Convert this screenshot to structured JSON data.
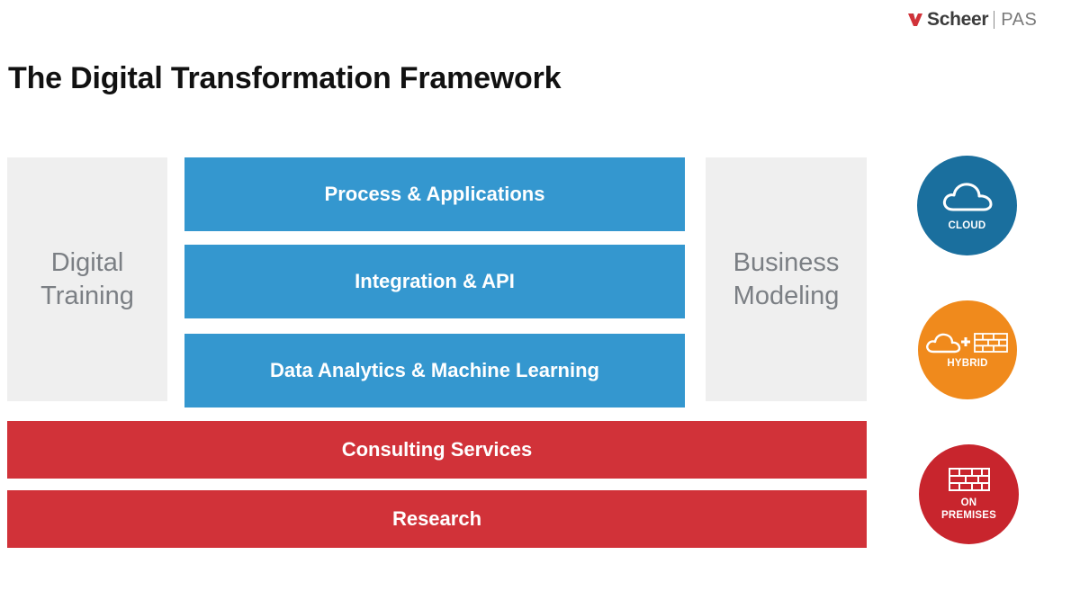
{
  "brand": {
    "logo_main": "Scheer",
    "logo_sub": "PAS",
    "colors": {
      "logo_red": "#d13239",
      "blue": "#3497cf",
      "red": "#d13239",
      "gray_box": "#efefef"
    }
  },
  "title": "The Digital Transformation Framework",
  "pillars": {
    "left": "Digital\nTraining",
    "right": "Business\nModeling"
  },
  "layers": [
    {
      "label": "Process & Applications"
    },
    {
      "label": "Integration & API"
    },
    {
      "label": "Data Analytics & Machine Learning"
    }
  ],
  "foundation": [
    {
      "label": "Consulting Services"
    },
    {
      "label": "Research"
    }
  ],
  "deployment": [
    {
      "label": "CLOUD",
      "color": "#1a6f9e",
      "icon": "cloud-icon"
    },
    {
      "label": "HYBRID",
      "color": "#f08a1c",
      "icon": "cloud-plus-firewall-icon"
    },
    {
      "label": "ON\nPREMISES",
      "color": "#c8252d",
      "icon": "firewall-icon"
    }
  ]
}
